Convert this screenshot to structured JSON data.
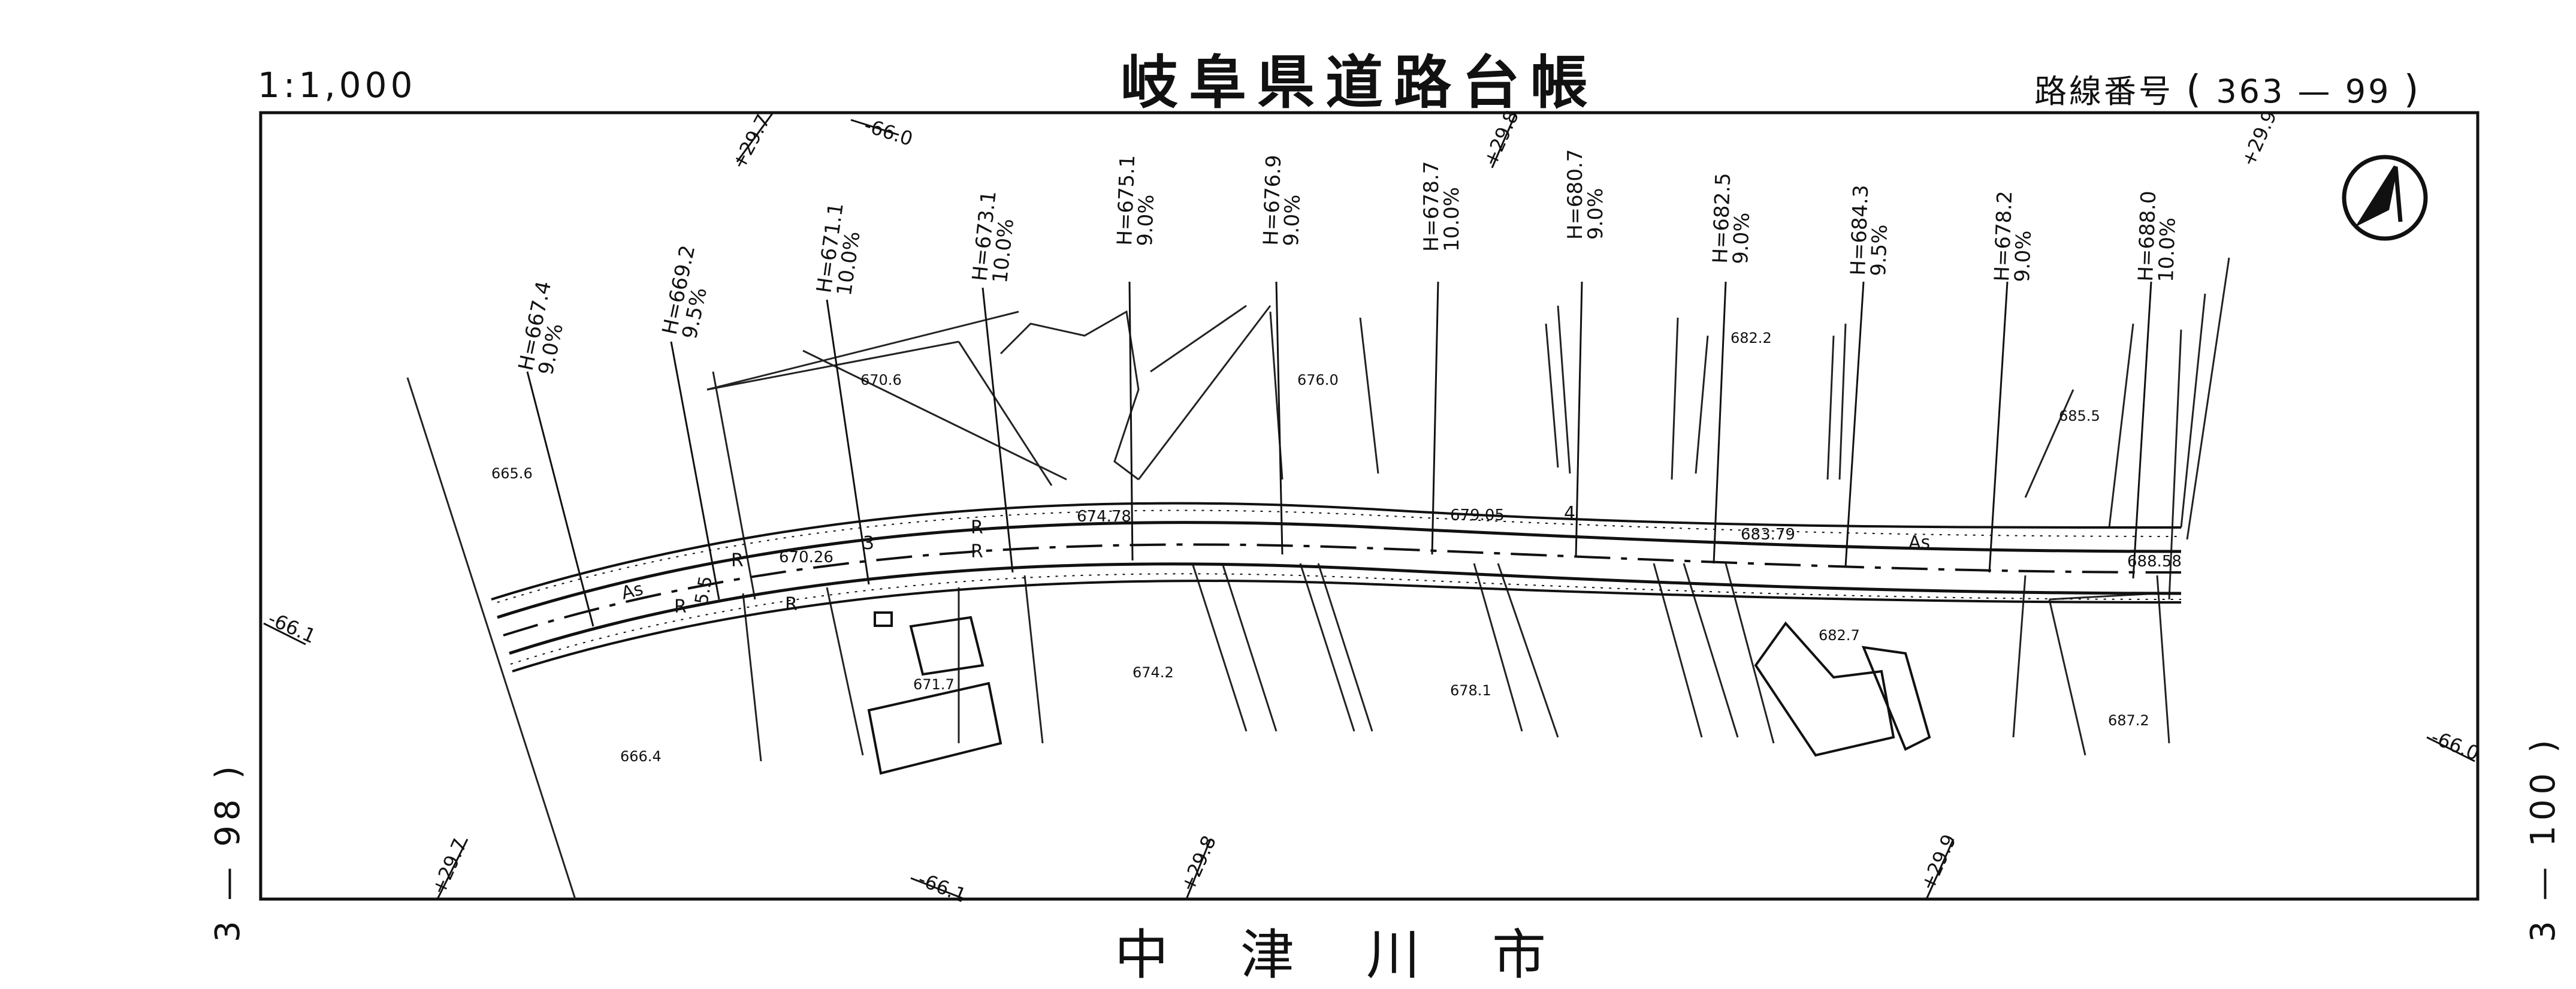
{
  "header": {
    "scale": "1:1,000",
    "title": "岐阜県道路台帳",
    "route_label": "路線番号",
    "route_open": "(",
    "route_number": "363 — 99",
    "route_close": ")"
  },
  "footer": {
    "city": "中津川市"
  },
  "adjacent": {
    "left": "3 — 98 )",
    "right": "3 — 100 )"
  },
  "grid_marks": [
    "+29.7",
    "-66.0",
    "+29.8",
    "+29.9",
    "-66.1",
    "-66.1",
    "+29.7",
    "+29.8",
    "+29.9",
    "-66.0"
  ],
  "cross_sections": [
    {
      "h": "H=667.4",
      "grade": "9.0%"
    },
    {
      "h": "H=669.2",
      "grade": "9.5%"
    },
    {
      "h": "H=671.1",
      "grade": "10.0%"
    },
    {
      "h": "H=673.1",
      "grade": "10.0%"
    },
    {
      "h": "H=675.1",
      "grade": "9.0%"
    },
    {
      "h": "H=676.9",
      "grade": "9.0%"
    },
    {
      "h": "H=678.7",
      "grade": "10.0%"
    },
    {
      "h": "H=680.7",
      "grade": "9.0%"
    },
    {
      "h": "H=682.5",
      "grade": "9.0%"
    },
    {
      "h": "H=684.3",
      "grade": "9.5%"
    },
    {
      "h": "H=678.2",
      "grade": "9.0%"
    },
    {
      "h": "H=688.0",
      "grade": "10.0%"
    }
  ],
  "spot_heights": [
    "665.6",
    "670.6",
    "676.0",
    "682.2",
    "685.5",
    "666.4",
    "671.7",
    "674.2",
    "678.1",
    "682.7",
    "687.2"
  ],
  "road_elevations": [
    "670.26",
    "674.78",
    "679.05",
    "683.79",
    "688.58"
  ],
  "road_marks": [
    "As",
    "As",
    "R",
    "R",
    "R",
    "R",
    "R",
    "5.5",
    "3",
    "4"
  ],
  "north_arrow": "north-arrow-icon"
}
